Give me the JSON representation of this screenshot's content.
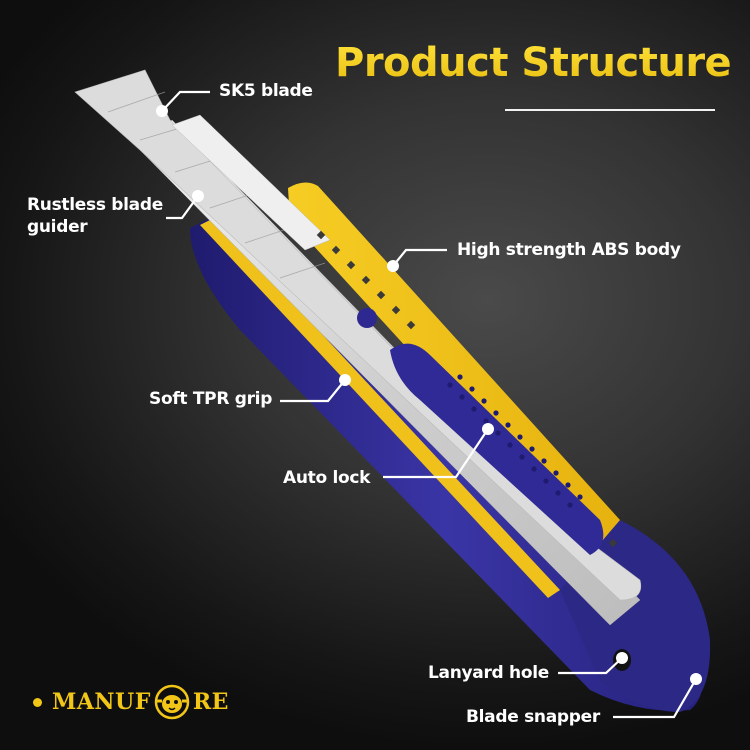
{
  "header": {
    "title": "Product Structure"
  },
  "callouts": [
    {
      "id": "sk5-blade",
      "label": "SK5 blade"
    },
    {
      "id": "blade-guider",
      "label": "Rustless blade guider",
      "line1": "Rustless blade",
      "line2": "guider"
    },
    {
      "id": "abs-body",
      "label": "High strength ABS body"
    },
    {
      "id": "tpr-grip",
      "label": "Soft TPR grip"
    },
    {
      "id": "auto-lock",
      "label": "Auto lock"
    },
    {
      "id": "lanyard-hole",
      "label": "Lanyard hole"
    },
    {
      "id": "blade-snapper",
      "label": "Blade snapper"
    }
  ],
  "brand": {
    "name_prefix": "MANUF",
    "name_suffix": "RE",
    "logo_icon": "tiger-wrench-icon"
  },
  "colors": {
    "title_yellow": "#f3cf1b",
    "body_yellow": "#f2c318",
    "grip_blue": "#2e2a8e",
    "steel": "#d9d9d9",
    "background": "#2b2b2b"
  }
}
